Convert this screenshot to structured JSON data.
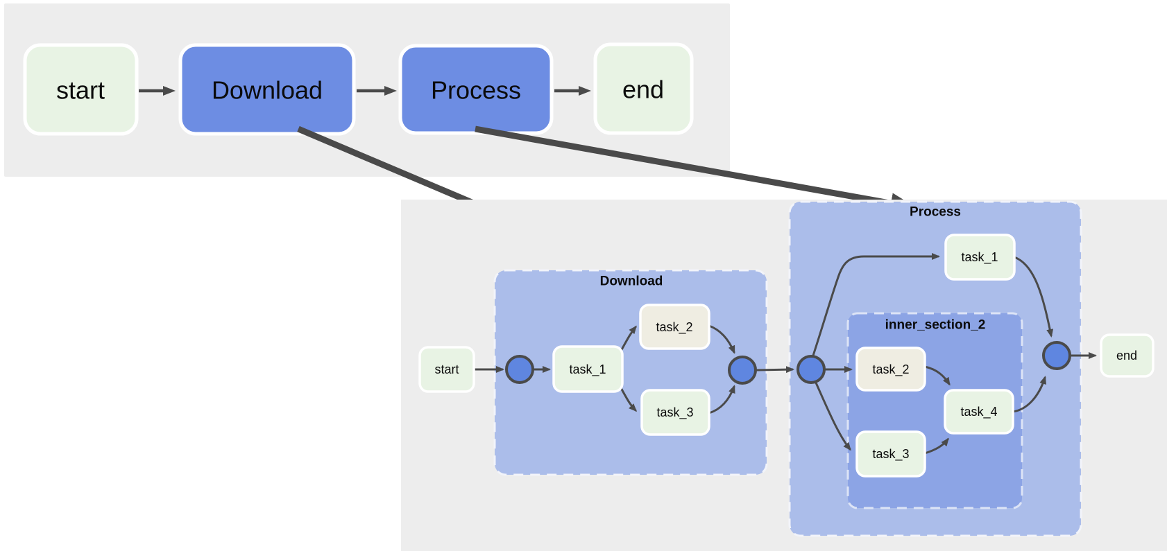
{
  "colors": {
    "page_bg": "#ffffff",
    "panel_bg": "#ededed",
    "node_blue": "#6d8de3",
    "junction_blue": "#5f86e0",
    "node_green": "#e8f3e4",
    "node_beige": "#efede2",
    "section_blue": "#abbdea",
    "inner_section_blue": "#8ca4e5",
    "edge_gray": "#4a4a4a",
    "node_border": "#ffffff",
    "text": "#0b0b0b"
  },
  "overview": {
    "nodes": [
      {
        "label": "start",
        "style": "green"
      },
      {
        "label": "Download",
        "style": "blue"
      },
      {
        "label": "Process",
        "style": "blue"
      },
      {
        "label": "end",
        "style": "green"
      }
    ],
    "edges": [
      {
        "from": "start",
        "to": "Download"
      },
      {
        "from": "Download",
        "to": "Process"
      },
      {
        "from": "Process",
        "to": "end"
      }
    ]
  },
  "expansion_arrows": [
    {
      "from": "Download",
      "to": "Download-section-detail"
    },
    {
      "from": "Process",
      "to": "Process-section-detail"
    }
  ],
  "detail": {
    "start": {
      "label": "start"
    },
    "end": {
      "label": "end"
    },
    "sections": [
      {
        "title": "Download",
        "tasks": [
          {
            "label": "task_1",
            "style": "green"
          },
          {
            "label": "task_2",
            "style": "beige"
          },
          {
            "label": "task_3",
            "style": "green"
          }
        ],
        "edges": [
          {
            "from": "start",
            "to": "fork"
          },
          {
            "from": "fork",
            "to": "task_1"
          },
          {
            "from": "task_1",
            "to": "task_2"
          },
          {
            "from": "task_1",
            "to": "task_3"
          },
          {
            "from": "task_2",
            "to": "join"
          },
          {
            "from": "task_3",
            "to": "join"
          }
        ]
      },
      {
        "title": "Process",
        "tasks": [
          {
            "label": "task_1",
            "style": "green"
          }
        ],
        "inner_section": {
          "title": "inner_section_2",
          "tasks": [
            {
              "label": "task_2",
              "style": "beige"
            },
            {
              "label": "task_3",
              "style": "green"
            },
            {
              "label": "task_4",
              "style": "green"
            }
          ]
        },
        "edges": [
          {
            "from": "download-join",
            "to": "fork"
          },
          {
            "from": "fork",
            "to": "task_1"
          },
          {
            "from": "fork",
            "to": "task_2"
          },
          {
            "from": "fork",
            "to": "task_3"
          },
          {
            "from": "task_2",
            "to": "task_4"
          },
          {
            "from": "task_3",
            "to": "task_4"
          },
          {
            "from": "task_1",
            "to": "join"
          },
          {
            "from": "task_4",
            "to": "join"
          },
          {
            "from": "join",
            "to": "end"
          }
        ]
      }
    ]
  }
}
